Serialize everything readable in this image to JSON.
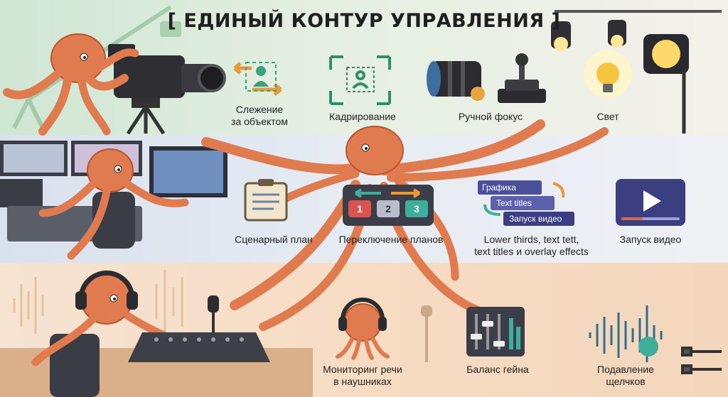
{
  "title": "[ ЕДИНЫЙ КОНТУР УПРАВЛЕНИЯ ]",
  "colors": {
    "octopus": "#e07a4f",
    "octopus_dark": "#b9532d",
    "top_band": "#d6eadb",
    "mid_band": "#e3e9f2",
    "bottom_band": "#f6dcc5",
    "button_red": "#d9534f",
    "button_gray": "#b8bccb",
    "button_green": "#3fae9a"
  },
  "features": {
    "tracking": "Слежение\nза объектом",
    "framing": "Кадрирование",
    "manual_focus": "Ручной фокус",
    "light": "Свет",
    "rundown": "Сценарный план",
    "switching": "Переключение планов",
    "lower_thirds": "Lower thirds, text tett,\ntext titles и overlay effects",
    "video_playback": "Запуск видео",
    "monitoring": "Мониторинг речи\nв наушниках",
    "gain_balance": "Баланс гейна",
    "declick": "Подавление\nщелчков"
  },
  "switcher": {
    "buttons": [
      "1",
      "2",
      "3"
    ]
  },
  "graphics_cards": [
    "Графика",
    "Text titles",
    "Запуск видео"
  ],
  "icons": [
    "camera-icon",
    "tracking-icon",
    "framing-icon",
    "lens-icon",
    "joystick-icon",
    "lightbulb-icon",
    "spotlight-icon",
    "clipboard-icon",
    "switcher-icon",
    "graphics-stack-icon",
    "play-icon",
    "headphones-icon",
    "mixer-fader-icon",
    "waveform-icon",
    "audio-jack-icon"
  ]
}
